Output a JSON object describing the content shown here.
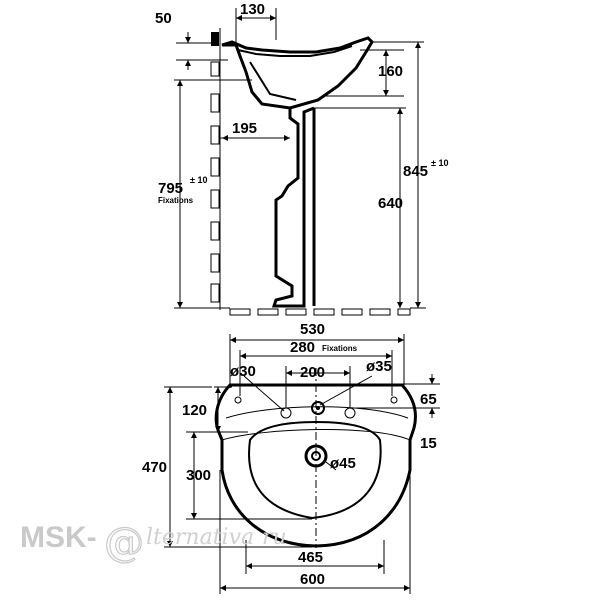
{
  "side_view": {
    "dim_50": "50",
    "dim_130": "130",
    "dim_160": "160",
    "dim_195": "195",
    "dim_795": "795",
    "dim_795_tol": "± 10",
    "fixations_label": "Fixations",
    "dim_640": "640",
    "dim_845": "845",
    "dim_845_tol": "± 10"
  },
  "top_view": {
    "dim_530": "530",
    "dim_280": "280",
    "fixations_label": "Fixations",
    "dim_d30": "ø30",
    "dim_200": "200",
    "dim_d35": "ø35",
    "dim_120": "120",
    "dim_65": "65",
    "dim_15": "15",
    "dim_470": "470",
    "dim_300": "300",
    "dim_d45": "ø45",
    "dim_465": "465",
    "dim_600": "600"
  },
  "watermark": {
    "brand": "MSK-",
    "at": "@",
    "script": "lternativa",
    "suffix": "ru"
  }
}
